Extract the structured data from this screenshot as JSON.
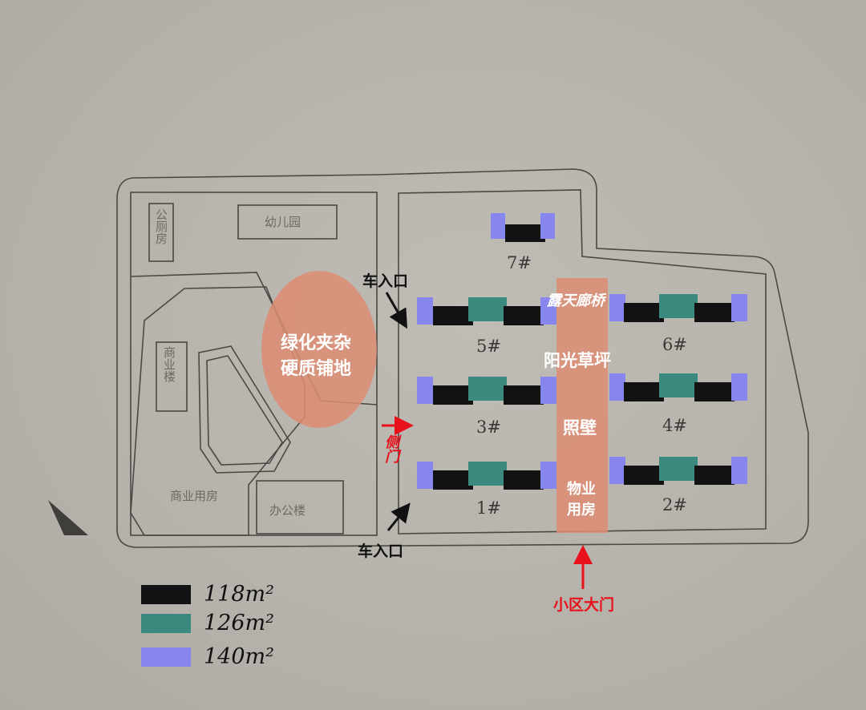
{
  "colors": {
    "unit_118": "#121212",
    "unit_126": "#3a8a80",
    "unit_140": "#8686ee",
    "overlay": "#dd8c73",
    "arrow_red": "#e8101a",
    "arrow_black": "#111111"
  },
  "labels": {
    "green_mix_line1": "绿化夹杂",
    "green_mix_line2": "硬质铺地",
    "bridge": "露天廊桥",
    "lawn": "阳光草坪",
    "screen_wall": "照壁",
    "property_line1": "物业",
    "property_line2": "用房",
    "car_entrance_top": "车入口",
    "car_entrance_bottom": "车入口",
    "side_gate": "侧门",
    "main_gate": "小区大门"
  },
  "faint_labels": {
    "public_toilet": "公厕房",
    "kindergarten": "幼儿园",
    "commercial_building": "商业楼",
    "commercial_housing": "商业用房",
    "office_building": "办公楼"
  },
  "buildings": [
    {
      "num": "7#"
    },
    {
      "num": "5#"
    },
    {
      "num": "6#"
    },
    {
      "num": "3#"
    },
    {
      "num": "4#"
    },
    {
      "num": "1#"
    },
    {
      "num": "2#"
    }
  ],
  "legend": [
    {
      "label": "118m²",
      "color": "#121212"
    },
    {
      "label": "126m²",
      "color": "#3a8a80"
    },
    {
      "label": "140m²",
      "color": "#8686ee"
    }
  ]
}
